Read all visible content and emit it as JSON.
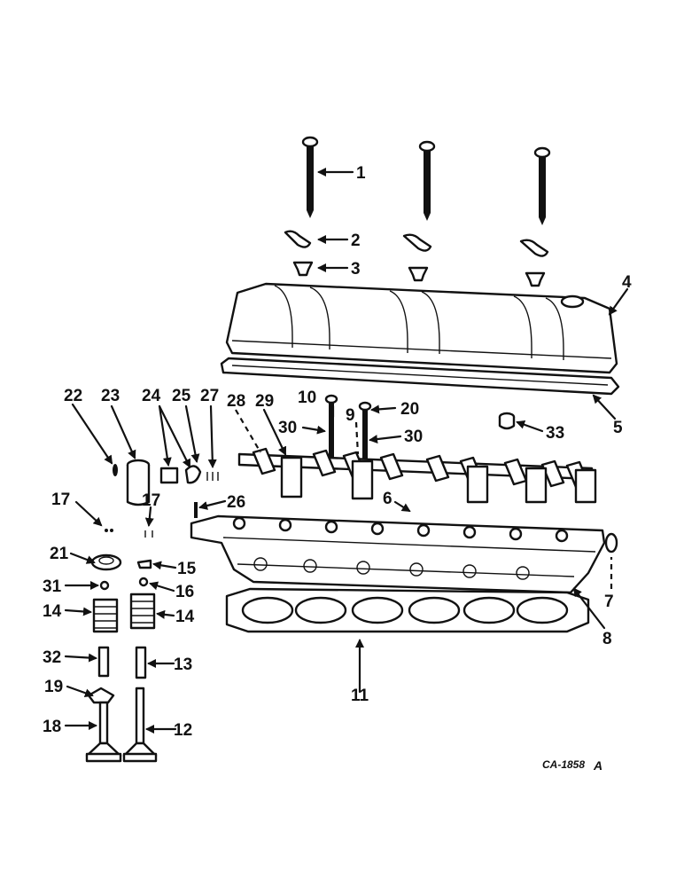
{
  "callouts": {
    "c1": "1",
    "c2": "2",
    "c3": "3",
    "c4": "4",
    "c5": "5",
    "c6": "6",
    "c7": "7",
    "c8": "8",
    "c9": "9",
    "c10": "10",
    "c11": "11",
    "c12": "12",
    "c13": "13",
    "c14a": "14",
    "c14b": "14",
    "c15": "15",
    "c16": "16",
    "c17a": "17",
    "c17b": "17",
    "c18": "18",
    "c19": "19",
    "c20": "20",
    "c21": "21",
    "c22": "22",
    "c23": "23",
    "c24": "24",
    "c25": "25",
    "c26": "26",
    "c27": "27",
    "c28": "28",
    "c29": "29",
    "c30a": "30",
    "c30b": "30",
    "c31": "31",
    "c32": "32",
    "c33": "33"
  },
  "drawing_code": "CA-1858",
  "drawing_revision": "A"
}
